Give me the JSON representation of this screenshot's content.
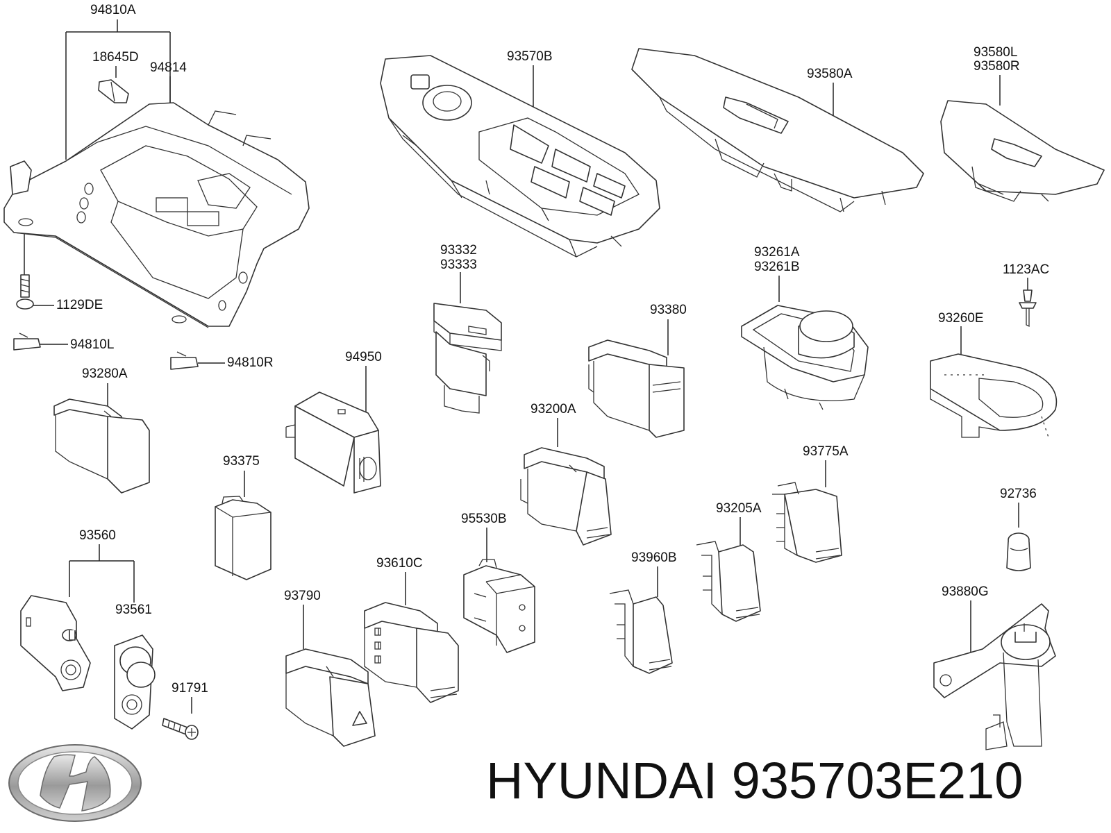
{
  "brand": "HYUNDAI",
  "part_number": "935703E210",
  "labels": {
    "l94810A": "94810A",
    "l18645D": "18645D",
    "l94814": "94814",
    "l93570B": "93570B",
    "l93580A": "93580A",
    "l93580L": "93580L",
    "l93580R": "93580R",
    "l1129DE": "1129DE",
    "l94810L": "94810L",
    "l94810R": "94810R",
    "l93332": "93332",
    "l93333": "93333",
    "l93261A": "93261A",
    "l93261B": "93261B",
    "l1123AC": "1123AC",
    "l93380": "93380",
    "l93260E": "93260E",
    "l93280A": "93280A",
    "l94950": "94950",
    "l93200A": "93200A",
    "l93375": "93375",
    "l93775A": "93775A",
    "l92736": "92736",
    "l95530B": "95530B",
    "l93205A": "93205A",
    "l93560": "93560",
    "l93610C": "93610C",
    "l93960B": "93960B",
    "l93561": "93561",
    "l93790": "93790",
    "l93880G": "93880G",
    "l91791": "91791"
  }
}
